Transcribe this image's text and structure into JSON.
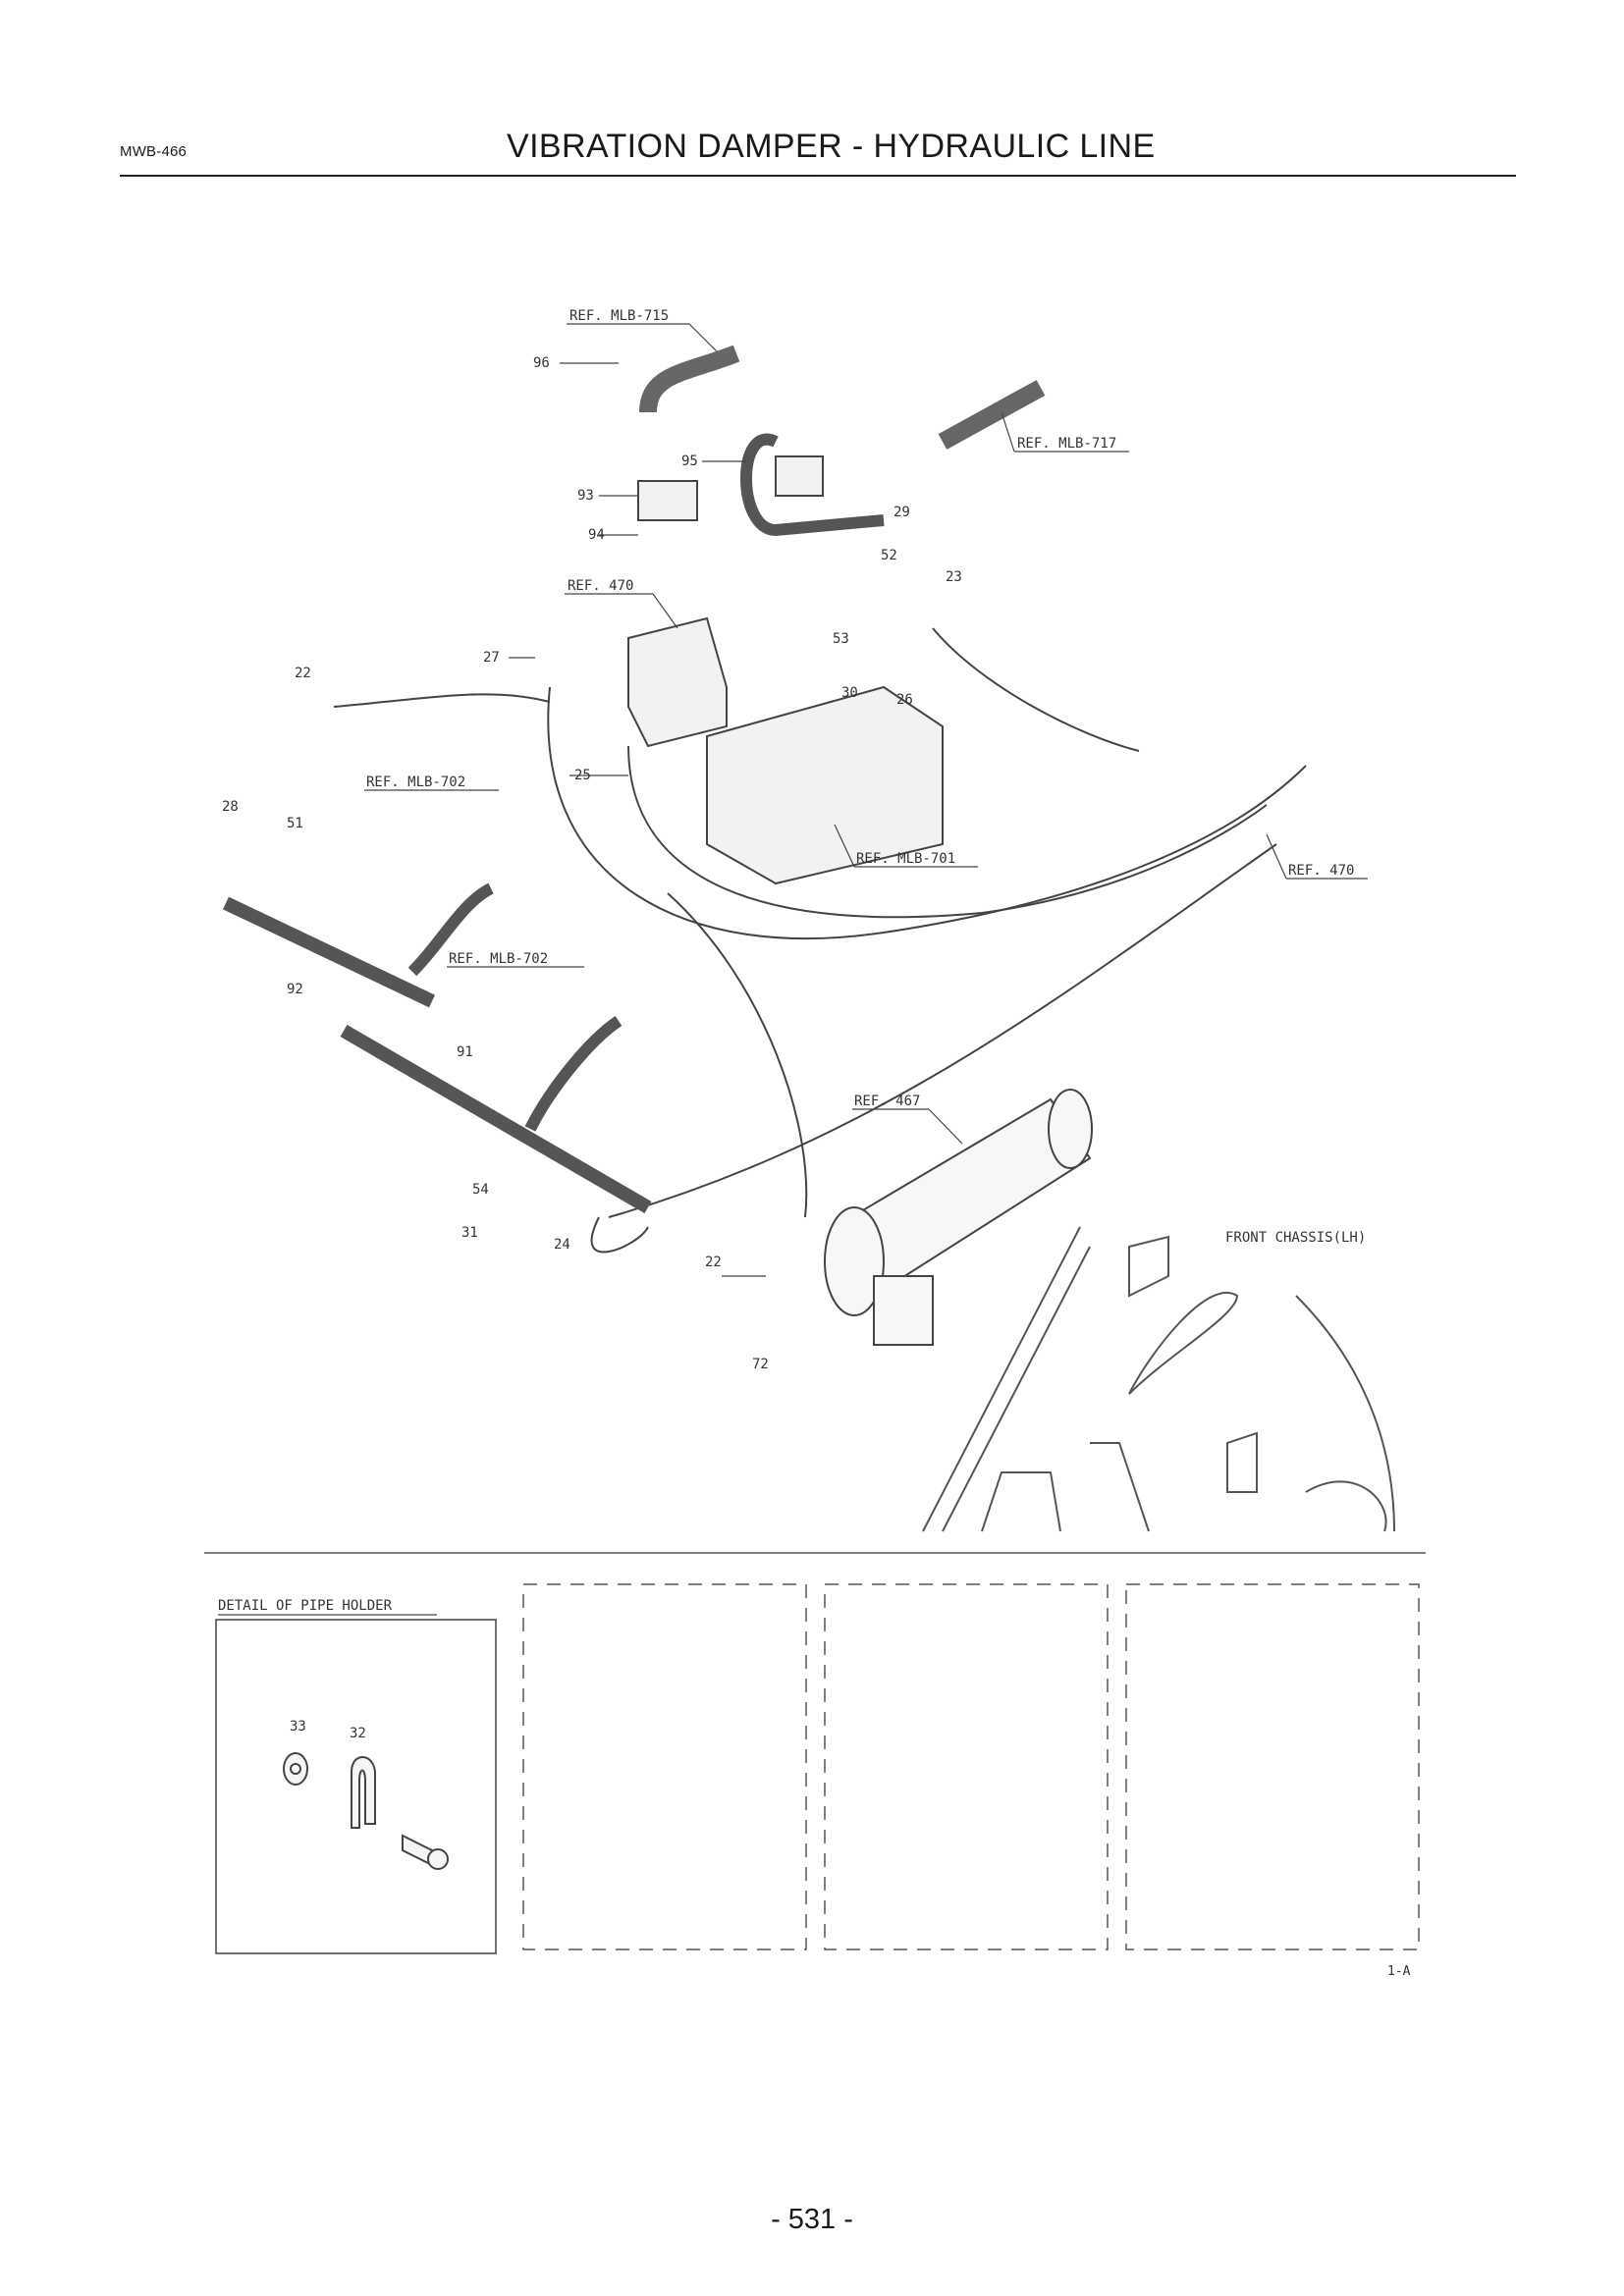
{
  "header": {
    "page_code": "MWB-466",
    "title": "VIBRATION DAMPER - HYDRAULIC LINE"
  },
  "diagram": {
    "references": {
      "mlb715": "REF. MLB-715",
      "mlb717": "REF. MLB-717",
      "ref470_top": "REF. 470",
      "ref470_right": "REF. 470",
      "mlb702_a": "REF. MLB-702",
      "mlb702_b": "REF. MLB-702",
      "mlb701": "REF. MLB-701",
      "ref467": "REF. 467"
    },
    "parts": {
      "p96": "96",
      "p95": "95",
      "p93": "93",
      "p94": "94",
      "p29": "29",
      "p52": "52",
      "p23": "23",
      "p53": "53",
      "p30": "30",
      "p26": "26",
      "p27": "27",
      "p22_top": "22",
      "p28": "28",
      "p51": "51",
      "p25": "25",
      "p92": "92",
      "p91": "91",
      "p54": "54",
      "p31": "31",
      "p24": "24",
      "p22_bottom": "22",
      "p72": "72"
    },
    "front_chassis_label": "FRONT CHASSIS(LH)"
  },
  "detail": {
    "title": "DETAIL OF PIPE HOLDER",
    "p33": "33",
    "p32": "32"
  },
  "footer": {
    "sheet_code": "1-A",
    "page_number": "- 531 -"
  }
}
